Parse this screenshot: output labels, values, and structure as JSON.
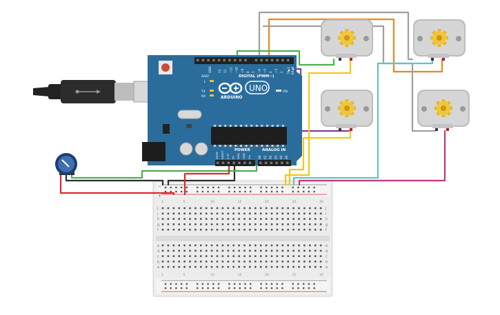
{
  "arduino": {
    "brand": "ARDUINO",
    "model": "UNO",
    "digital_label": "DIGITAL (PWM~)",
    "power_label": "POWER",
    "analog_label": "ANALOG IN",
    "on_label": "ON",
    "tx_label": "TX",
    "rx_label": "RX",
    "l_label": "L",
    "aref_label": "AREF",
    "gnd_label": "GND",
    "tx_pin": "TX▶1",
    "rx_pin": "RX◀0",
    "digital_pins": [
      "13",
      "12",
      "~11",
      "~10",
      "~9",
      "8",
      "7",
      "~6",
      "~5",
      "4",
      "~3",
      "2"
    ],
    "power_pins": [
      "IOREF",
      "RESET",
      "3.3V",
      "5V",
      "GND",
      "GND",
      "Vin"
    ],
    "analog_pins": [
      "A0",
      "A1",
      "A2",
      "A3",
      "A4",
      "A5"
    ]
  },
  "breadboard": {
    "row_letters_top": [
      "j",
      "i",
      "h",
      "g",
      "f"
    ],
    "row_letters_bottom": [
      "e",
      "d",
      "c",
      "b",
      "a"
    ],
    "column_numbers": [
      "1",
      "5",
      "10",
      "15",
      "20",
      "25",
      "30"
    ],
    "rail_minus": "−",
    "rail_plus": "+"
  },
  "colors": {
    "board": "#2a6d9c",
    "red_wire": "#e0262b",
    "black_wire": "#2c2c2c",
    "green_wire": "#4caf50",
    "yellow_wire": "#f5c518",
    "purple_wire": "#7e3f98",
    "orange_wire": "#e8871e",
    "gray_wire": "#9e9e9e",
    "cyan_wire": "#5fc2c8",
    "magenta_wire": "#c2357a"
  }
}
